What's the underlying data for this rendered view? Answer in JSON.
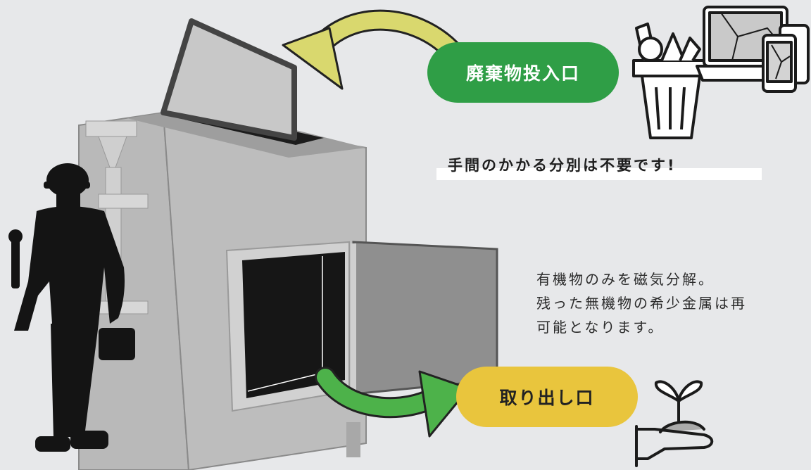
{
  "labels": {
    "input_port": "廃棄物投入口",
    "output_port": "取り出し口"
  },
  "tagline": "手間のかかる分別は不要です!",
  "description": {
    "line1": "有機物のみを磁気分解。",
    "line2": "残った無機物の希少金属は再",
    "line3": "可能となります。"
  },
  "colors": {
    "background": "#e7e8ea",
    "input_pill": "#2f9e46",
    "output_pill": "#e9c53d",
    "input_arrow": "#d9d86e",
    "output_arrow": "#4db24a",
    "machine_body": "#b5b5b5"
  },
  "icons": [
    "trash-can-icon",
    "broken-laptop-icon",
    "broken-phone-icon",
    "sprout-in-hand-icon",
    "worker-silhouette-icon"
  ]
}
